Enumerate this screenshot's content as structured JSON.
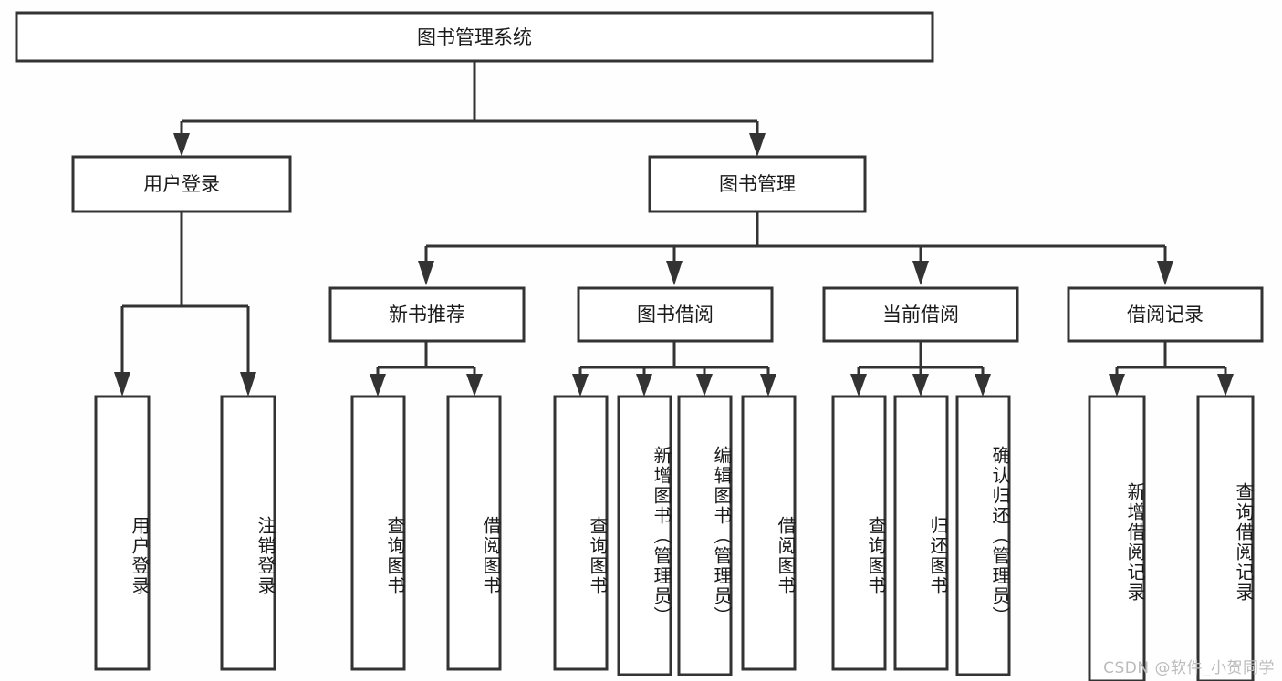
{
  "diagram": {
    "title": "图书管理系统",
    "type": "hierarchy-tree",
    "root": {
      "id": "root",
      "label": "图书管理系统",
      "orientation": "horizontal"
    },
    "level2": [
      {
        "id": "user-login",
        "label": "用户登录",
        "orientation": "horizontal"
      },
      {
        "id": "book-management",
        "label": "图书管理",
        "orientation": "horizontal"
      }
    ],
    "level3": [
      {
        "id": "new-book-recommend",
        "label": "新书推荐",
        "orientation": "horizontal",
        "parent": "book-management"
      },
      {
        "id": "book-borrow",
        "label": "图书借阅",
        "orientation": "horizontal",
        "parent": "book-management"
      },
      {
        "id": "current-borrow",
        "label": "当前借阅",
        "orientation": "horizontal",
        "parent": "book-management"
      },
      {
        "id": "borrow-record",
        "label": "借阅记录",
        "orientation": "horizontal",
        "parent": "book-management"
      }
    ],
    "leaves": [
      {
        "id": "leaf-user-login",
        "label": "用户登录",
        "parent": "user-login",
        "orientation": "vertical"
      },
      {
        "id": "leaf-logout-login",
        "label": "注销登录",
        "parent": "user-login",
        "orientation": "vertical"
      },
      {
        "id": "leaf-query-book-1",
        "label": "查询图书",
        "parent": "new-book-recommend",
        "orientation": "vertical"
      },
      {
        "id": "leaf-borrow-book-1",
        "label": "借阅图书",
        "parent": "new-book-recommend",
        "orientation": "vertical"
      },
      {
        "id": "leaf-query-book-2",
        "label": "查询图书",
        "parent": "book-borrow",
        "orientation": "vertical"
      },
      {
        "id": "leaf-add-book",
        "label": "新增图书（管理员）",
        "parent": "book-borrow",
        "orientation": "vertical"
      },
      {
        "id": "leaf-edit-book",
        "label": "编辑图书（管理员）",
        "parent": "book-borrow",
        "orientation": "vertical"
      },
      {
        "id": "leaf-borrow-book-2",
        "label": "借阅图书",
        "parent": "book-borrow",
        "orientation": "vertical"
      },
      {
        "id": "leaf-query-book-3",
        "label": "查询图书",
        "parent": "current-borrow",
        "orientation": "vertical"
      },
      {
        "id": "leaf-return-book",
        "label": "归还图书",
        "parent": "current-borrow",
        "orientation": "vertical"
      },
      {
        "id": "leaf-confirm-return",
        "label": "确认归还（管理员）",
        "parent": "current-borrow",
        "orientation": "vertical"
      },
      {
        "id": "leaf-add-record",
        "label": "新增借阅记录",
        "parent": "borrow-record",
        "orientation": "vertical"
      },
      {
        "id": "leaf-query-record",
        "label": "查询借阅记录",
        "parent": "borrow-record",
        "orientation": "vertical"
      }
    ]
  },
  "watermark": {
    "text": "CSDN @软件_小贺同学"
  },
  "colors": {
    "stroke": "#333333",
    "node_fill": "#ffffff",
    "text": "#1a1a1a",
    "background": "#fefefe",
    "watermark": "#bcbcbc"
  }
}
